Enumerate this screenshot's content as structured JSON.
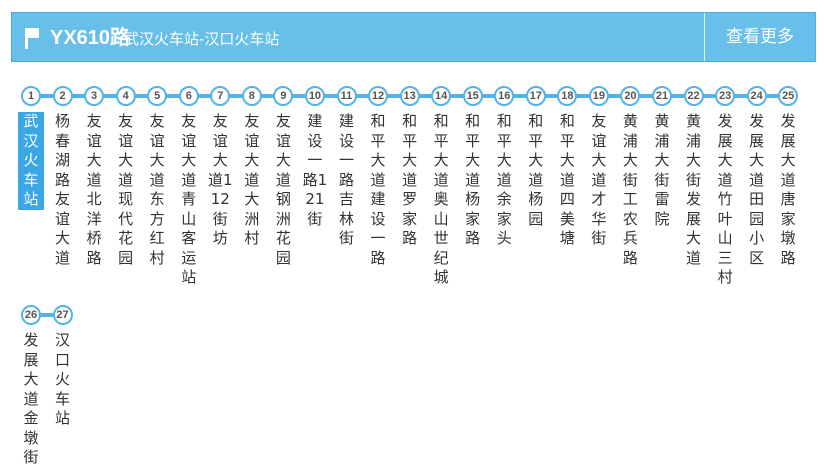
{
  "header": {
    "route_number": "YX610路",
    "direction": "武汉火车站-汉口火车站",
    "more_label": "查看更多",
    "icon": "flag-icon",
    "accent_color": "#68bfe9"
  },
  "current_stop": 1,
  "stops": [
    {
      "num": "1",
      "name": "武汉火车站"
    },
    {
      "num": "2",
      "name": "杨春湖路友谊大道"
    },
    {
      "num": "3",
      "name": "友谊大道北洋桥路"
    },
    {
      "num": "4",
      "name": "友谊大道现代花园"
    },
    {
      "num": "5",
      "name": "友谊大道东方红村"
    },
    {
      "num": "6",
      "name": "友谊大道青山客运站"
    },
    {
      "num": "7",
      "name": "友谊大道112街坊"
    },
    {
      "num": "8",
      "name": "友谊大道大洲村"
    },
    {
      "num": "9",
      "name": "友谊大道钢洲花园"
    },
    {
      "num": "10",
      "name": "建设一路121街"
    },
    {
      "num": "11",
      "name": "建设一路吉林街"
    },
    {
      "num": "12",
      "name": "和平大道建设一路"
    },
    {
      "num": "13",
      "name": "和平大道罗家路"
    },
    {
      "num": "14",
      "name": "和平大道奥山世纪城"
    },
    {
      "num": "15",
      "name": "和平大道杨家路"
    },
    {
      "num": "16",
      "name": "和平大道余家头"
    },
    {
      "num": "17",
      "name": "和平大道杨园"
    },
    {
      "num": "18",
      "name": "和平大道四美塘"
    },
    {
      "num": "19",
      "name": "友谊大道才华街"
    },
    {
      "num": "20",
      "name": "黄浦大街工农兵路"
    },
    {
      "num": "21",
      "name": "黄浦大街雷院"
    },
    {
      "num": "22",
      "name": "黄浦大街发展大道"
    },
    {
      "num": "23",
      "name": "发展大道竹叶山三村"
    },
    {
      "num": "24",
      "name": "发展大道田园小区"
    },
    {
      "num": "25",
      "name": "发展大道唐家墩路"
    },
    {
      "num": "26",
      "name": "发展大道金墩街"
    },
    {
      "num": "27",
      "name": "汉口火车站"
    }
  ]
}
